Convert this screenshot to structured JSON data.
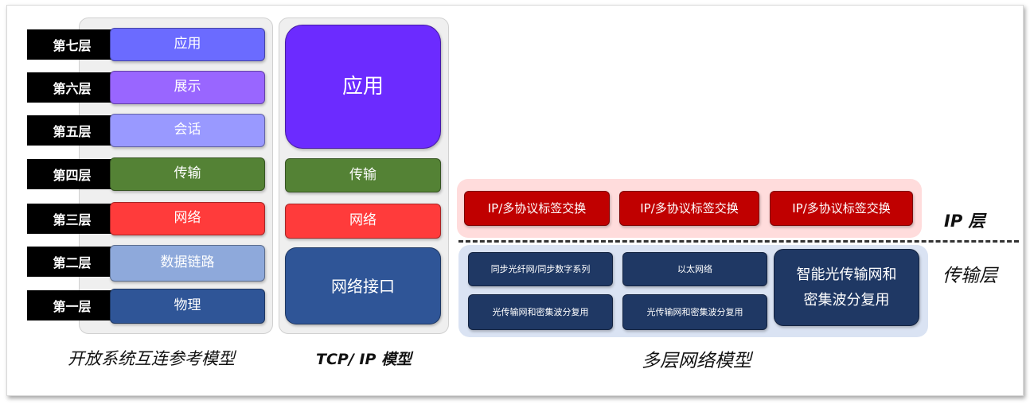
{
  "osi": {
    "caption": "开放系统互连参考模型",
    "layers": [
      {
        "label": "第七层",
        "name": "应用",
        "color": "#6b6bff"
      },
      {
        "label": "第六层",
        "name": "展示",
        "color": "#9966ff"
      },
      {
        "label": "第五层",
        "name": "会话",
        "color": "#9999ff"
      },
      {
        "label": "第四层",
        "name": "传输",
        "color": "#548235"
      },
      {
        "label": "第三层",
        "name": "网络",
        "color": "#ff3b3b"
      },
      {
        "label": "第二层",
        "name": "数据链路",
        "color": "#8ea9db"
      },
      {
        "label": "第一层",
        "name": "物理",
        "color": "#2f5597"
      }
    ]
  },
  "tcpip": {
    "caption": "TCP/ IP 模型",
    "layers": [
      {
        "name": "应用",
        "color": "#6c2bff"
      },
      {
        "name": "传输",
        "color": "#548235"
      },
      {
        "name": "网络",
        "color": "#ff3b3b"
      },
      {
        "name": "网络接口",
        "color": "#2f5597"
      }
    ]
  },
  "multilayer": {
    "caption": "多层网络模型",
    "ip_layer_label": "IP 层",
    "transport_layer_label": "传输层",
    "ip_boxes": [
      "IP/多协议标签交换",
      "IP/多协议标签交换",
      "IP/多协议标签交换"
    ],
    "transport_boxes": [
      "同步光纤网/同步数字系列",
      "以太网络",
      "光传输网和密集波分复用",
      "光传输网和密集波分复用",
      "智能光传输网和密集波分复用"
    ],
    "colors": {
      "ip_band": "#ffdcdc",
      "ip_box": "#c00000",
      "transport_band": "#dae3f3",
      "transport_box": "#1f3864"
    }
  }
}
